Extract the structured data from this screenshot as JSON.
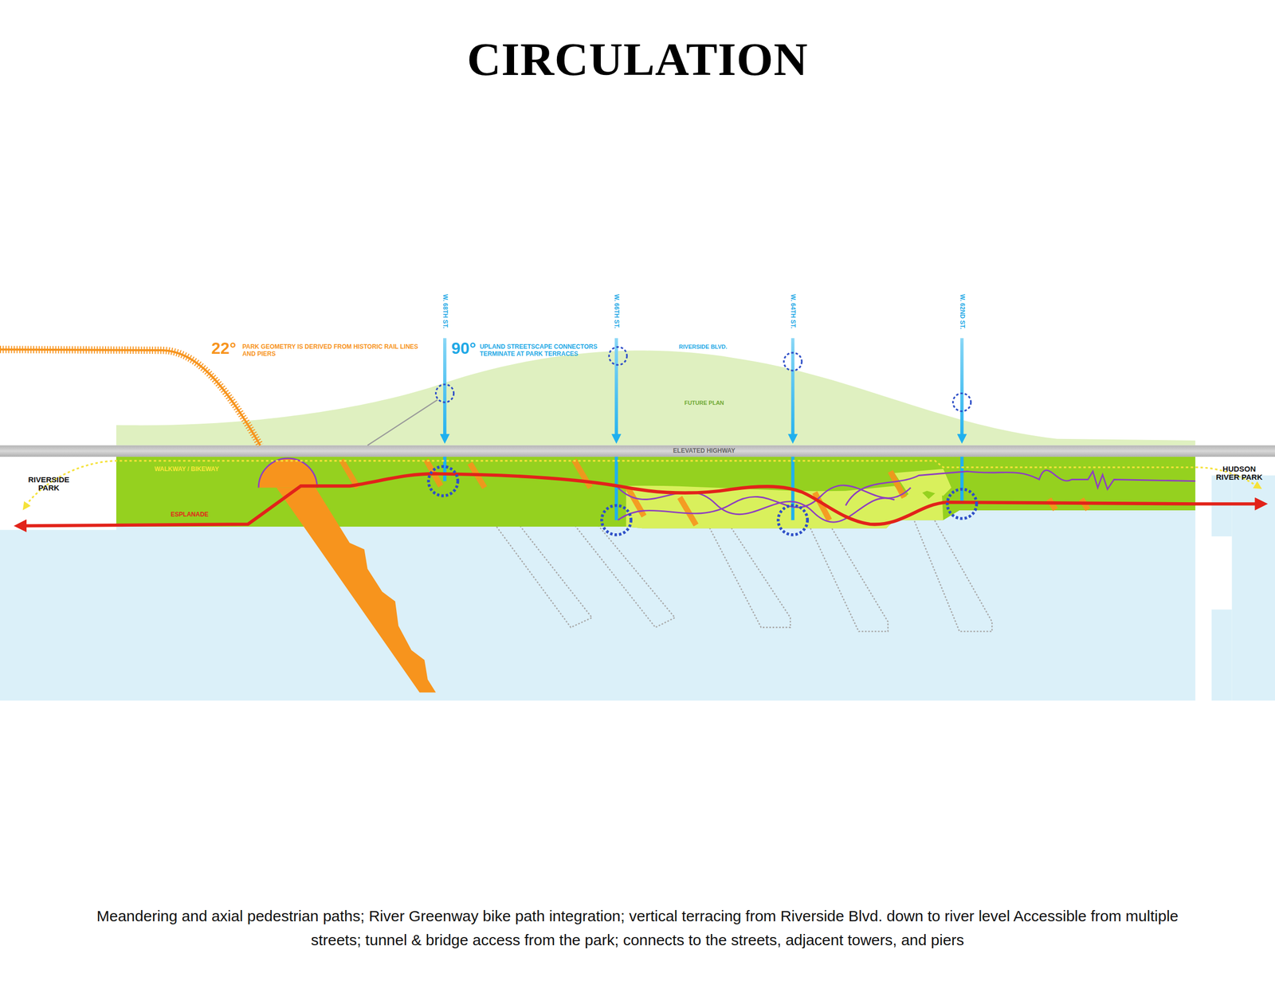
{
  "diagram": {
    "title": "CIRCULATION",
    "caption": "Meandering and axial pedestrian paths; River Greenway bike path integration; vertical terracing from Riverside Blvd. down to river level Accessible from multiple streets; tunnel & bridge access from the park; connects to the streets, adjacent towers, and piers",
    "labels": [
      "22°",
      "PARK GEOMETRY IS DERIVED FROM HISTORIC RAIL LINES AND PIERS",
      "90°",
      "UPLAND STREETSCAPE CONNECTORS TERMINATE AT PARK TERRACES",
      "W. 68TH ST.",
      "W. 66TH ST.",
      "W. 64TH ST.",
      "W. 62ND ST.",
      "RIVERSIDE BLVD.",
      "FUTURE PLAN",
      "ELEVATED HIGHWAY",
      "WALKWAY / BIKEWAY",
      "ESPLANADE",
      "RIVERSIDE PARK",
      "HUDSON RIVER PARK"
    ]
  }
}
